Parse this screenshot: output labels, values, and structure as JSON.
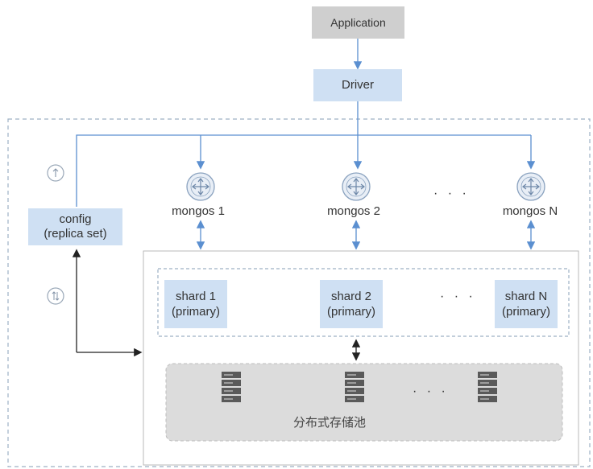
{
  "application": "Application",
  "driver": "Driver",
  "config": {
    "line1": "config",
    "line2": "(replica set)"
  },
  "mongos": [
    "mongos 1",
    "mongos 2",
    "mongos N"
  ],
  "shards": [
    {
      "name": "shard 1",
      "role": "(primary)"
    },
    {
      "name": "shard 2",
      "role": "(primary)"
    },
    {
      "name": "shard N",
      "role": "(primary)"
    }
  ],
  "ellipsis": "· · ·",
  "storage_pool": "分布式存储池",
  "colors": {
    "application_fill": "#cfcfcf",
    "component_fill": "#cfe0f3",
    "connector": "#5b8fd0",
    "dashed_border": "#9db0c4",
    "pool_fill": "#dcdcdc",
    "server_icon": "#5a5a5a"
  },
  "icons": [
    "router-icon",
    "server-icon",
    "up-arrow-circle-icon",
    "sync-arrows-circle-icon"
  ]
}
